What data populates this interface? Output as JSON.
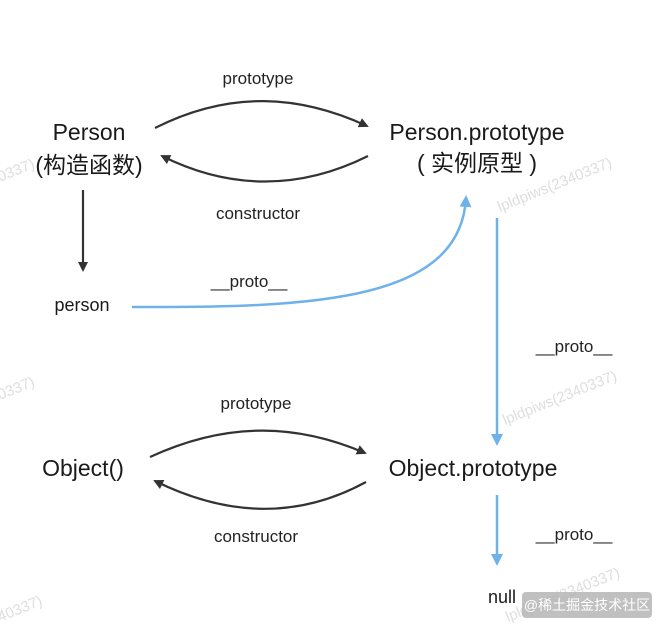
{
  "colors": {
    "dark_arrow": "#333333",
    "blue_arrow": "#6fb2ea",
    "text": "#1a1a1a",
    "watermark": "#dedede",
    "badge_bg": "#b5b5b5"
  },
  "nodes": {
    "person_constructor_line1": "Person",
    "person_constructor_line2": "(构造函数)",
    "person_prototype_line1": "Person.prototype",
    "person_prototype_line2": "( 实例原型 )",
    "person_instance": "person",
    "object_constructor": "Object()",
    "object_prototype": "Object.prototype",
    "null_node": "null"
  },
  "edges": {
    "person_prototype_label": "prototype",
    "person_constructor_label": "constructor",
    "person_proto_label": "__proto__",
    "chain_proto_label": "__proto__",
    "object_prototype_label": "prototype",
    "object_constructor_label": "constructor",
    "null_proto_label": "__proto__"
  },
  "watermark": {
    "handle_full": "lpldpiws(2340337)",
    "handle_partial": "0337)",
    "handle_partial_b": "40337)",
    "brand": "@稀土掘金技术社区"
  }
}
